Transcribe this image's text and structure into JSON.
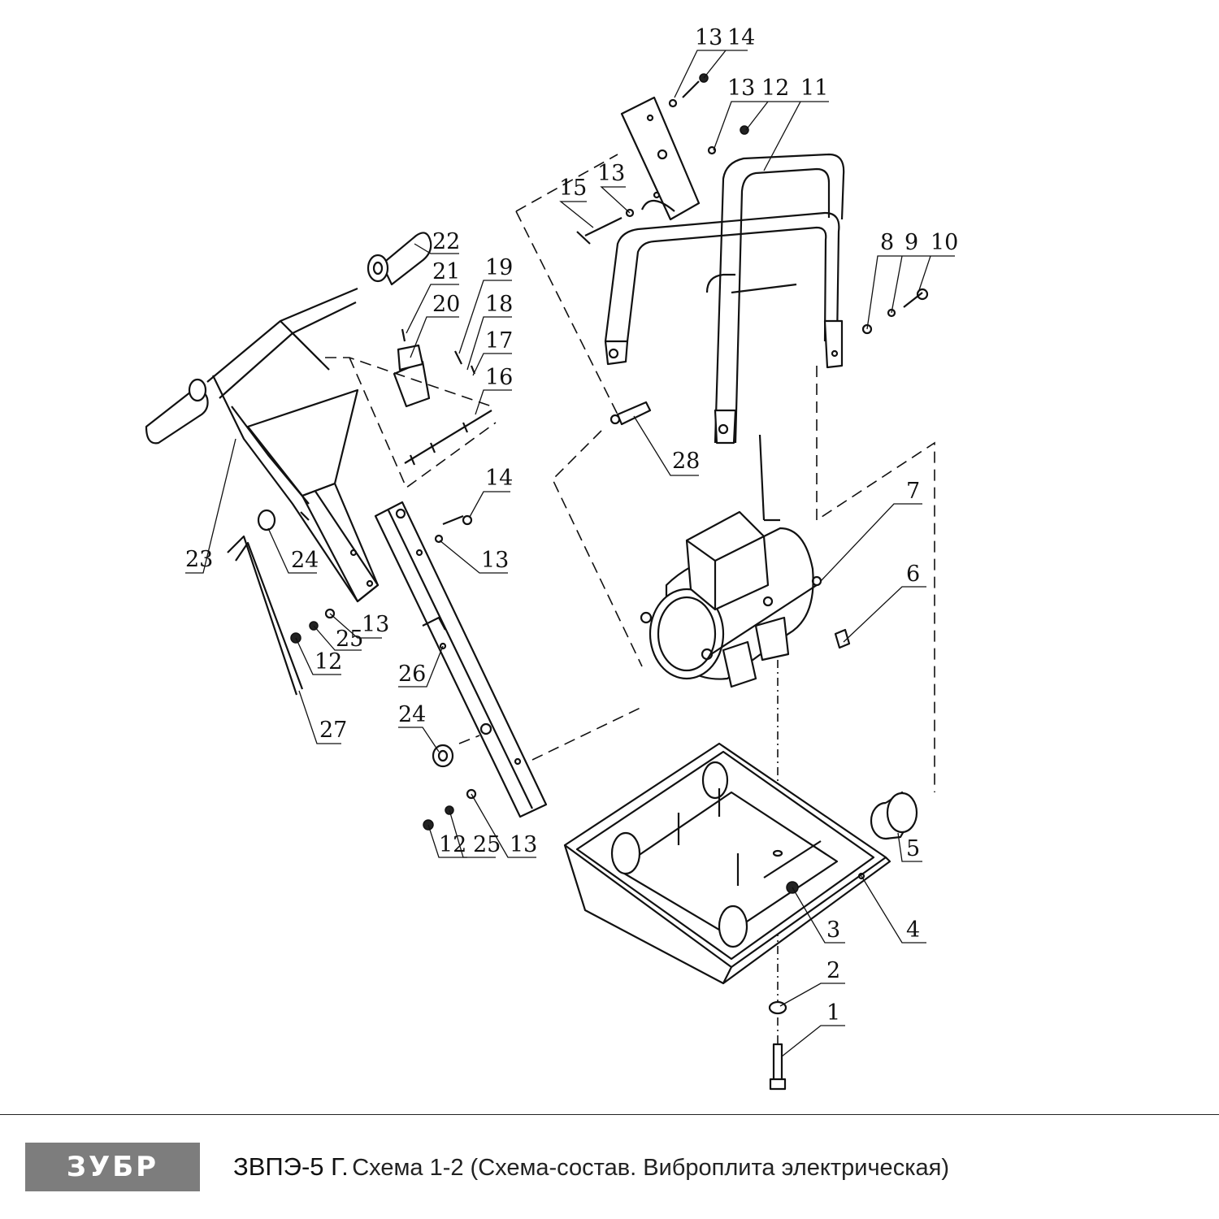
{
  "brand": {
    "logo_text": "ЗУБР",
    "logo_color": "#7d7d7d"
  },
  "caption": {
    "model": "ЗВПЭ-5 Г.",
    "description": "Схема 1-2 (Схема-состав. Виброплита электрическая)"
  },
  "part_labels": {
    "p1": "1",
    "p2": "2",
    "p3": "3",
    "p4": "4",
    "p5": "5",
    "p6": "6",
    "p7": "7",
    "p8": "8",
    "p9": "9",
    "p10": "10",
    "p11": "11",
    "p12a": "12",
    "p12b": "12",
    "p12c": "12",
    "p13a": "13",
    "p13b": "13",
    "p13c": "13",
    "p13d": "13",
    "p13e": "13",
    "p13f": "13",
    "p14a": "14",
    "p14b": "14",
    "p15": "15",
    "p16": "16",
    "p17": "17",
    "p18": "18",
    "p19": "19",
    "p20": "20",
    "p21": "21",
    "p22": "22",
    "p23": "23",
    "p24a": "24",
    "p24b": "24",
    "p25a": "25",
    "p25b": "25",
    "p26": "26",
    "p27": "27",
    "p28": "28"
  }
}
